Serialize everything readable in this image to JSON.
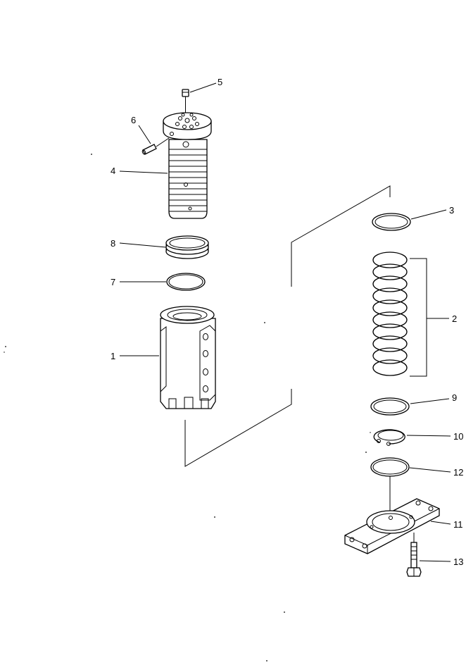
{
  "diagram": {
    "callouts": [
      {
        "id": "c5",
        "label": "5"
      },
      {
        "id": "c6",
        "label": "6"
      },
      {
        "id": "c4",
        "label": "4"
      },
      {
        "id": "c8",
        "label": "8"
      },
      {
        "id": "c7",
        "label": "7"
      },
      {
        "id": "c1",
        "label": "1"
      },
      {
        "id": "c3",
        "label": "3"
      },
      {
        "id": "c2",
        "label": "2"
      },
      {
        "id": "c9",
        "label": "9"
      },
      {
        "id": "c10",
        "label": "10"
      },
      {
        "id": "c12",
        "label": "12"
      },
      {
        "id": "c11",
        "label": "11"
      },
      {
        "id": "c13",
        "label": "13"
      }
    ]
  }
}
